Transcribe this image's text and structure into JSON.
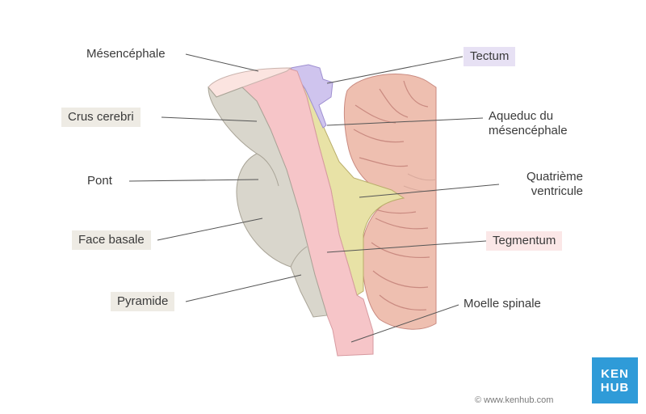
{
  "labels": {
    "mesencephale": "Mésencéphale",
    "crus_cerebri": "Crus cerebri",
    "pont": "Pont",
    "face_basale": "Face basale",
    "pyramide": "Pyramide",
    "tectum": "Tectum",
    "aqueduc_line1": "Aqueduc du",
    "aqueduc_line2": "mésencéphale",
    "quatrieme_line1": "Quatrième",
    "quatrieme_line2": "ventricule",
    "tegmentum": "Tegmentum",
    "moelle_spinale": "Moelle spinale"
  },
  "logo": {
    "line1": "KEN",
    "line2": "HUB"
  },
  "copyright": "© www.kenhub.com",
  "colors": {
    "label_box_gray": "#eeebe4",
    "label_box_purple": "#e7e1f4",
    "label_box_pink": "#fbe7e7",
    "brand_blue": "#2f9bd8",
    "tegmentum_pink": "#f6c5c8",
    "basal_gray": "#d9d6cc",
    "tectum_purple": "#cfc4ee",
    "ventricle_yellow": "#e8e2a6",
    "cerebellum": "#eebfb0"
  }
}
